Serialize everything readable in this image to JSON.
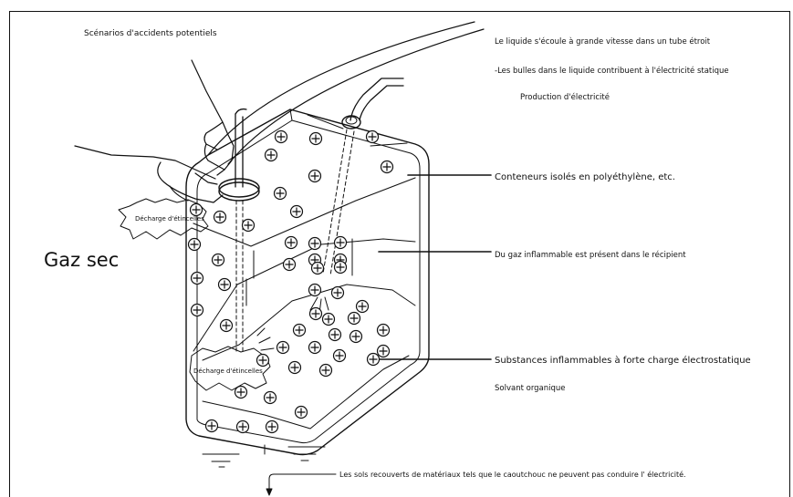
{
  "title": "Scénarios d'accidents potentiels",
  "left_label": "Gaz sec",
  "spark_labels": {
    "top": "Décharge d'étincelles",
    "bottom": "Décharge d'étincelles"
  },
  "callouts": {
    "flow": "Le liquide s'écoule à grande vitesse dans un tube étroit",
    "bubbles": "-Les bulles dans le liquide contribuent à l'électricité statique",
    "production": "Production d'électricité",
    "containers": "Conteneurs isolés en polyéthylène, etc.",
    "gas": "Du gaz inflammable est présent dans le récipient",
    "substances": "Substances inflammables à forte charge électrostatique",
    "solvent": "Solvant organique",
    "floor": "Les sols recouverts de matériaux tels que le caoutchouc ne peuvent pas conduire l' électricité."
  },
  "symbols": {
    "charge": "plus-charge-circle"
  },
  "colors": {
    "ink": "#111111",
    "background": "#ffffff"
  }
}
